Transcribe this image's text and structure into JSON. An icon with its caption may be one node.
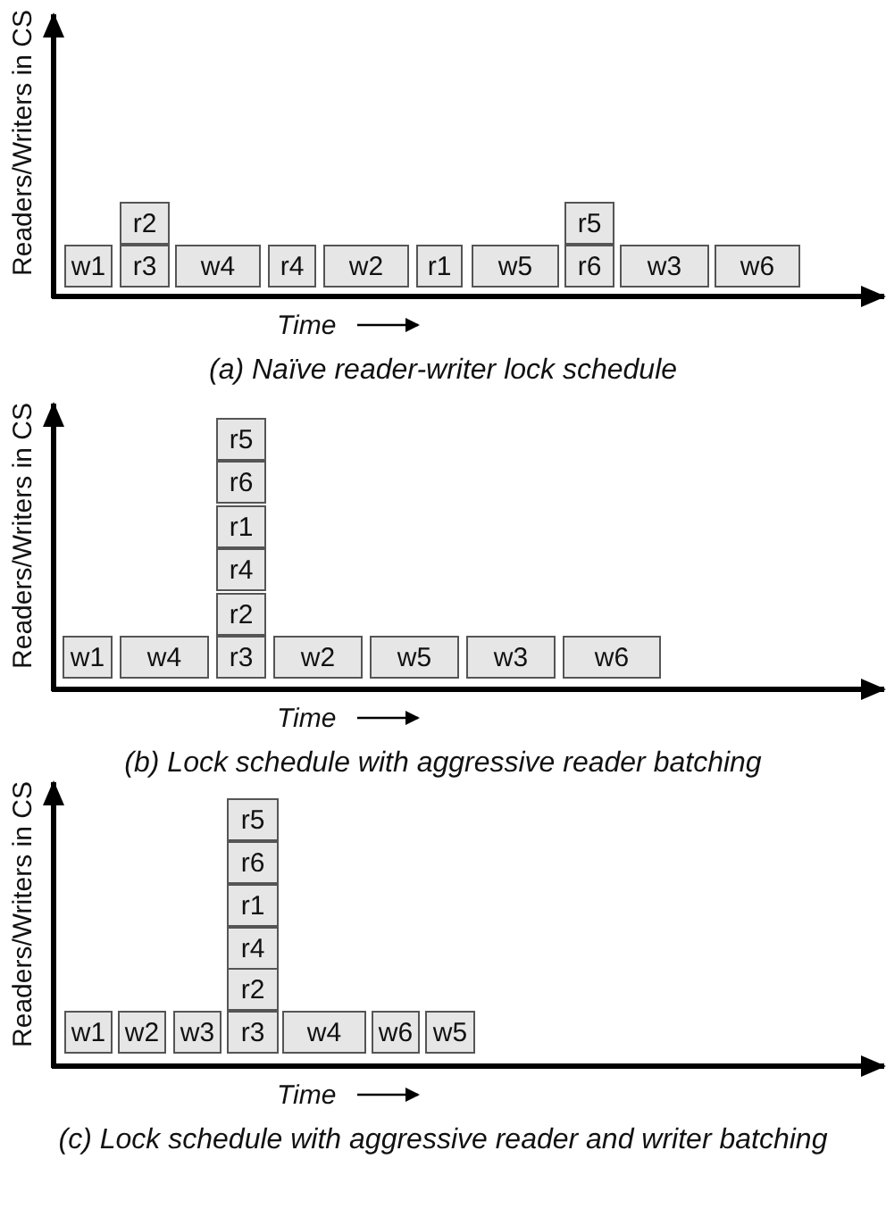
{
  "diagram": {
    "nodes": [
      {
        "text": [
          "w1"
        ]
      },
      {
        "text": [
          "r2"
        ]
      },
      {
        "text": [
          "r3"
        ]
      },
      {
        "text": [
          "w4"
        ]
      },
      {
        "text": [
          "r4"
        ]
      },
      {
        "text": [
          "w2"
        ]
      },
      {
        "text": [
          "r1"
        ]
      },
      {
        "text": [
          "w5"
        ]
      },
      {
        "text": [
          "r5"
        ]
      },
      {
        "text": [
          "r6"
        ]
      },
      {
        "text": [
          "w3"
        ]
      },
      {
        "text": [
          "w6"
        ]
      },
      {
        "text": [
          "w1"
        ]
      },
      {
        "text": [
          "w4"
        ]
      },
      {
        "text": [
          "r5"
        ]
      },
      {
        "text": [
          "r6"
        ]
      },
      {
        "text": [
          "r1"
        ]
      },
      {
        "text": [
          "r4"
        ]
      },
      {
        "text": [
          "r2"
        ]
      },
      {
        "text": [
          "r3"
        ]
      },
      {
        "text": [
          "w2"
        ]
      },
      {
        "text": [
          "w5"
        ]
      },
      {
        "text": [
          "w3"
        ]
      },
      {
        "text": [
          "w6"
        ]
      },
      {
        "text": [
          "w1"
        ]
      },
      {
        "text": [
          "w2"
        ]
      },
      {
        "text": [
          "w3"
        ]
      },
      {
        "text": [
          "r5"
        ]
      },
      {
        "text": [
          "r6"
        ]
      },
      {
        "text": [
          "r1"
        ]
      },
      {
        "text": [
          "r4"
        ]
      },
      {
        "text": [
          "r2"
        ]
      },
      {
        "text": [
          "r3"
        ]
      },
      {
        "text": [
          "w4"
        ]
      },
      {
        "text": [
          "w6"
        ]
      },
      {
        "text": [
          "w5"
        ]
      }
    ],
    "labels": [
      "Readers/Writers in CS",
      "Time",
      "(a) Naïve reader-writer lock schedule",
      "Readers/Writers in CS",
      "Time",
      "(b) Lock schedule with aggressive reader batching",
      "Readers/Writers in CS",
      "Time",
      "(c) Lock schedule with aggressive reader and writer batching"
    ]
  }
}
